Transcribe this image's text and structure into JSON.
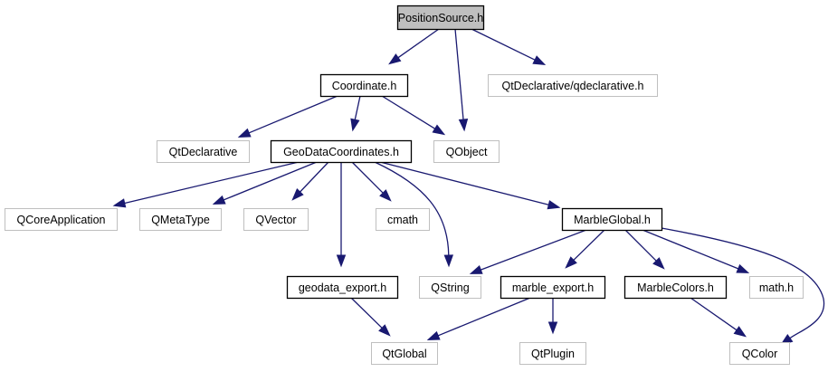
{
  "diagram": {
    "title": "PositionSource.h include dependency graph",
    "colors": {
      "edge": "#191970",
      "root_fill": "#bfbfbf",
      "documented_border": "#000000",
      "undocumented_border": "#bfbfbf",
      "node_fill": "#ffffff"
    },
    "nodes": [
      {
        "id": "positionsource",
        "label": "PositionSource.h",
        "kind": "root"
      },
      {
        "id": "coordinate",
        "label": "Coordinate.h",
        "kind": "documented"
      },
      {
        "id": "qtdeclarative_qdeclarative",
        "label": "QtDeclarative/qdeclarative.h",
        "kind": "external"
      },
      {
        "id": "qtdeclarative",
        "label": "QtDeclarative",
        "kind": "external"
      },
      {
        "id": "geodatacoordinates",
        "label": "GeoDataCoordinates.h",
        "kind": "documented"
      },
      {
        "id": "qobject",
        "label": "QObject",
        "kind": "external"
      },
      {
        "id": "qcoreapplication",
        "label": "QCoreApplication",
        "kind": "external"
      },
      {
        "id": "qmetatype",
        "label": "QMetaType",
        "kind": "external"
      },
      {
        "id": "qvector",
        "label": "QVector",
        "kind": "external"
      },
      {
        "id": "cmath",
        "label": "cmath",
        "kind": "external"
      },
      {
        "id": "marbleglobal",
        "label": "MarbleGlobal.h",
        "kind": "documented"
      },
      {
        "id": "geodata_export",
        "label": "geodata_export.h",
        "kind": "documented"
      },
      {
        "id": "qstring",
        "label": "QString",
        "kind": "external"
      },
      {
        "id": "marble_export",
        "label": "marble_export.h",
        "kind": "documented"
      },
      {
        "id": "marblecolors",
        "label": "MarbleColors.h",
        "kind": "documented"
      },
      {
        "id": "math_h",
        "label": "math.h",
        "kind": "external"
      },
      {
        "id": "qtglobal",
        "label": "QtGlobal",
        "kind": "external"
      },
      {
        "id": "qtplugin",
        "label": "QtPlugin",
        "kind": "external"
      },
      {
        "id": "qcolor",
        "label": "QColor",
        "kind": "external"
      }
    ],
    "edges": [
      {
        "from": "positionsource",
        "to": "coordinate"
      },
      {
        "from": "positionsource",
        "to": "qobject"
      },
      {
        "from": "positionsource",
        "to": "qtdeclarative_qdeclarative"
      },
      {
        "from": "coordinate",
        "to": "qtdeclarative"
      },
      {
        "from": "coordinate",
        "to": "geodatacoordinates"
      },
      {
        "from": "coordinate",
        "to": "qobject"
      },
      {
        "from": "geodatacoordinates",
        "to": "qcoreapplication"
      },
      {
        "from": "geodatacoordinates",
        "to": "qmetatype"
      },
      {
        "from": "geodatacoordinates",
        "to": "qvector"
      },
      {
        "from": "geodatacoordinates",
        "to": "cmath"
      },
      {
        "from": "geodatacoordinates",
        "to": "geodata_export"
      },
      {
        "from": "geodatacoordinates",
        "to": "qstring"
      },
      {
        "from": "geodatacoordinates",
        "to": "marbleglobal"
      },
      {
        "from": "marbleglobal",
        "to": "qstring"
      },
      {
        "from": "marbleglobal",
        "to": "marble_export"
      },
      {
        "from": "marbleglobal",
        "to": "marblecolors"
      },
      {
        "from": "marbleglobal",
        "to": "math_h"
      },
      {
        "from": "marbleglobal",
        "to": "qcolor"
      },
      {
        "from": "geodata_export",
        "to": "qtglobal"
      },
      {
        "from": "marble_export",
        "to": "qtglobal"
      },
      {
        "from": "marble_export",
        "to": "qtplugin"
      },
      {
        "from": "marblecolors",
        "to": "qcolor"
      }
    ]
  }
}
